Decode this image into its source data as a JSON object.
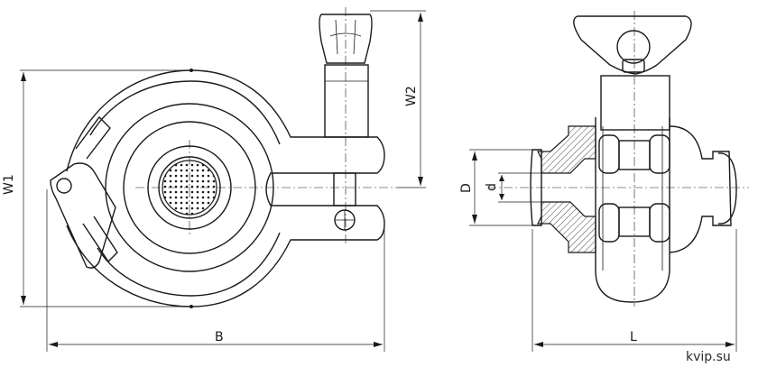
{
  "dimension_labels": {
    "W1": "W1",
    "W2": "W2",
    "B": "B",
    "D": "D",
    "d": "d",
    "L": "L"
  },
  "watermark": "kvip.su"
}
